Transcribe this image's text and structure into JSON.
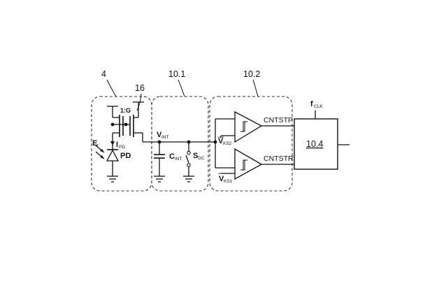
{
  "labels": {
    "block_photodetector": "4",
    "transistor_ref": "16",
    "block_integrator": "10.1",
    "block_comparators": "10.2",
    "mirror_ratio": "1:G",
    "irradiance": "E",
    "irradiance_sub": "r",
    "photo_current": "I",
    "photo_current_sub": "PD",
    "photodiode": "PD",
    "v_int": "V",
    "v_int_sub": "INT",
    "c_int": "C",
    "c_int_sub": "INT",
    "switch": "S",
    "switch_sub": "DC",
    "vks2": "V",
    "vks2_sub": "KS2",
    "vks1": "V",
    "vks1_sub": "KS1",
    "cntstp": "CNTSTP",
    "cntstrt": "CNTSTRT",
    "f_clk": "f",
    "f_clk_sub": "CLK",
    "counter_block": "10.4"
  }
}
